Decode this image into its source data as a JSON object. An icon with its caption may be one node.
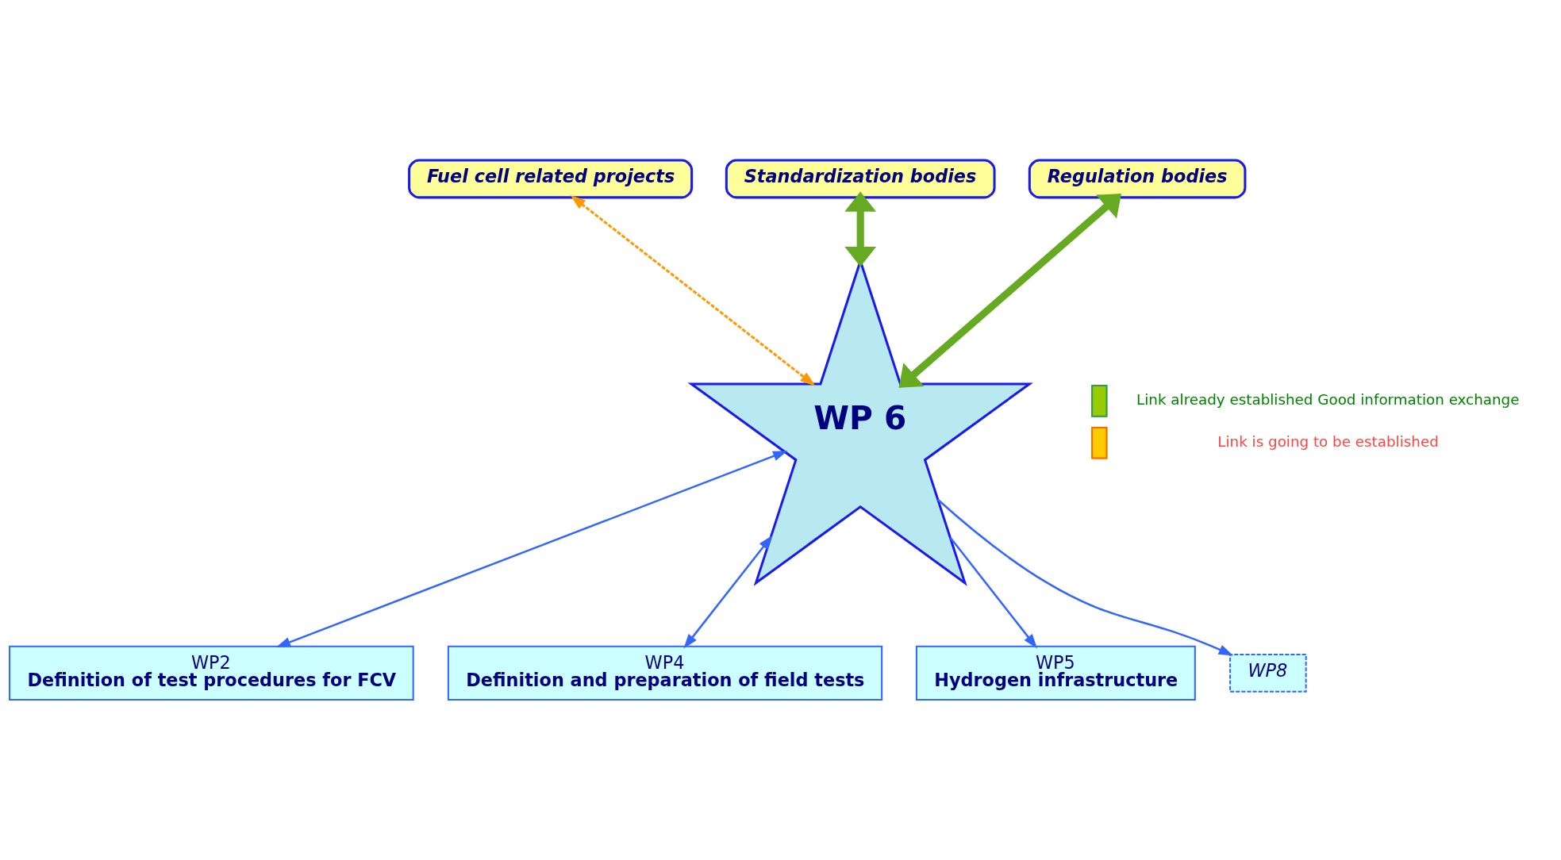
{
  "diagram": {
    "nodes": [
      {
        "text": [
          "Fuel cell related projects"
        ]
      },
      {
        "text": [
          "Standardization bodies"
        ]
      },
      {
        "text": [
          "Regulation bodies"
        ]
      },
      {
        "text": [
          "WP 6"
        ]
      },
      {
        "text": [
          "WP2",
          "Definition of test procedures for FCV"
        ]
      },
      {
        "text": [
          "WP4",
          "Definition and preparation of field tests"
        ]
      },
      {
        "text": [
          "WP5",
          "Hydrogen infrastructure"
        ]
      },
      {
        "text": [
          "WP8"
        ]
      }
    ],
    "edges": [
      {
        "from": 0,
        "to": 3,
        "arrow": "both",
        "style": "dashed",
        "color": "#ff9900"
      },
      {
        "from": 1,
        "to": 3,
        "arrow": "both",
        "style": "thick",
        "color": "#66aa22"
      },
      {
        "from": 2,
        "to": 3,
        "arrow": "both",
        "style": "thick",
        "color": "#66aa22"
      },
      {
        "from": 3,
        "to": 4,
        "arrow": "both"
      },
      {
        "from": 3,
        "to": 5,
        "arrow": "both"
      },
      {
        "from": 3,
        "to": 6,
        "arrow": "to"
      },
      {
        "from": 3,
        "to": 7,
        "arrow": "to"
      }
    ],
    "legend": [
      {
        "text": "Link already established Good information exchange"
      },
      {
        "text": "Link is going to be established"
      }
    ]
  }
}
